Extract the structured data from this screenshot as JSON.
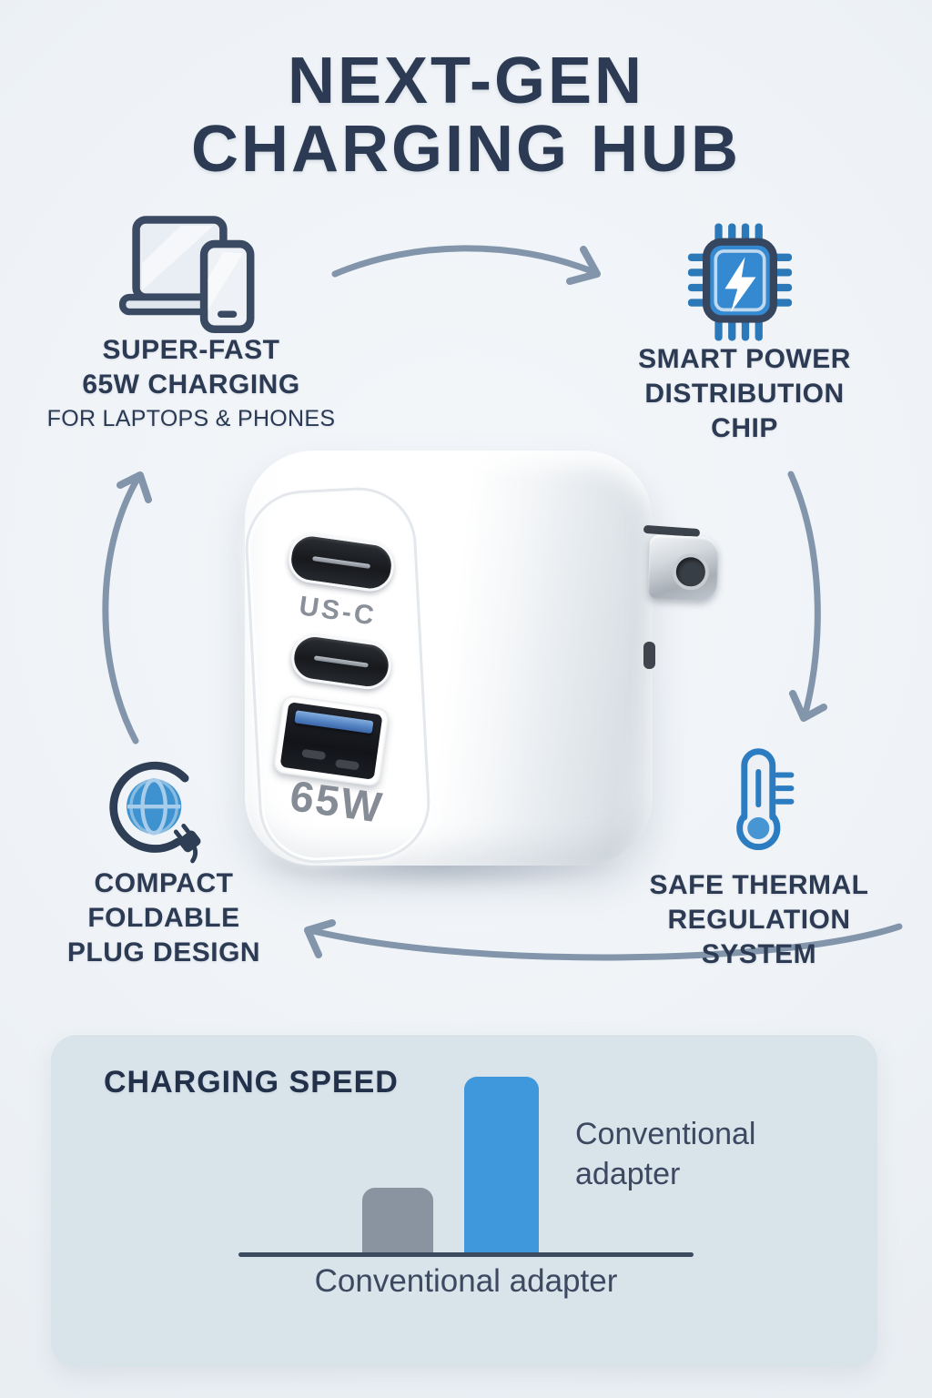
{
  "title": {
    "line1": "NEXT-GEN",
    "line2": "CHARGING HUB"
  },
  "features": {
    "super_fast": {
      "icon": "laptop-phone-icon",
      "line1": "SUPER-FAST",
      "line2": "65W CHARGING",
      "line3": "FOR LAPTOPS & PHONES"
    },
    "smart_power": {
      "icon": "chip-icon",
      "line1": "SMART POWER",
      "line2": "DISTRIBUTION",
      "line3": "CHIP"
    },
    "compact": {
      "icon": "globe-plug-icon",
      "line1": "COMPACT",
      "line2": "FOLDABLE",
      "line3": "PLUG DESIGN"
    },
    "thermal": {
      "icon": "thermometer-icon",
      "line1": "SAFE THERMAL",
      "line2": "REGULATION",
      "line3": "SYSTEM"
    }
  },
  "product": {
    "type": "white USB wall charger, 3/4 view with folding metal plug prong",
    "port_label": "US-C",
    "wattage_label": "65W",
    "ports_shown": [
      "USB-C",
      "USB-C",
      "USB-A"
    ]
  },
  "icons": {
    "feature_icons": [
      "laptop-phone-icon",
      "chip-icon",
      "globe-plug-icon",
      "thermometer-icon"
    ],
    "cycle_arrows": [
      "arrow-top",
      "arrow-right",
      "arrow-bottom",
      "arrow-left"
    ]
  },
  "chart_data": {
    "type": "bar",
    "title": "CHARGING SPEED",
    "categories": [
      "Conventional adapter",
      "Conventional adapter"
    ],
    "values": [
      1,
      2.7
    ],
    "value_note": "no numeric axis shown; bar heights are relative (blue bar ~2.7x gray bar)",
    "bar_colors": [
      "#8a93a0",
      "#3f97dc"
    ],
    "bar_side_label": {
      "line1": "Conventional",
      "line2": "adapter"
    },
    "xlabel": "Conventional adapter",
    "ylabel": "",
    "grid": false,
    "legend": false,
    "axis_line_color": "#3c4b5f"
  },
  "colors": {
    "background": "#eef2f6",
    "navy_text": "#2c3b53",
    "arrow": "#8295ab",
    "accent_blue": "#3489d1",
    "panel_background": "#d9e3ea",
    "bar_gray": "#8a93a0",
    "bar_blue": "#3f97dc",
    "port_label_gray": "#8a9099"
  }
}
